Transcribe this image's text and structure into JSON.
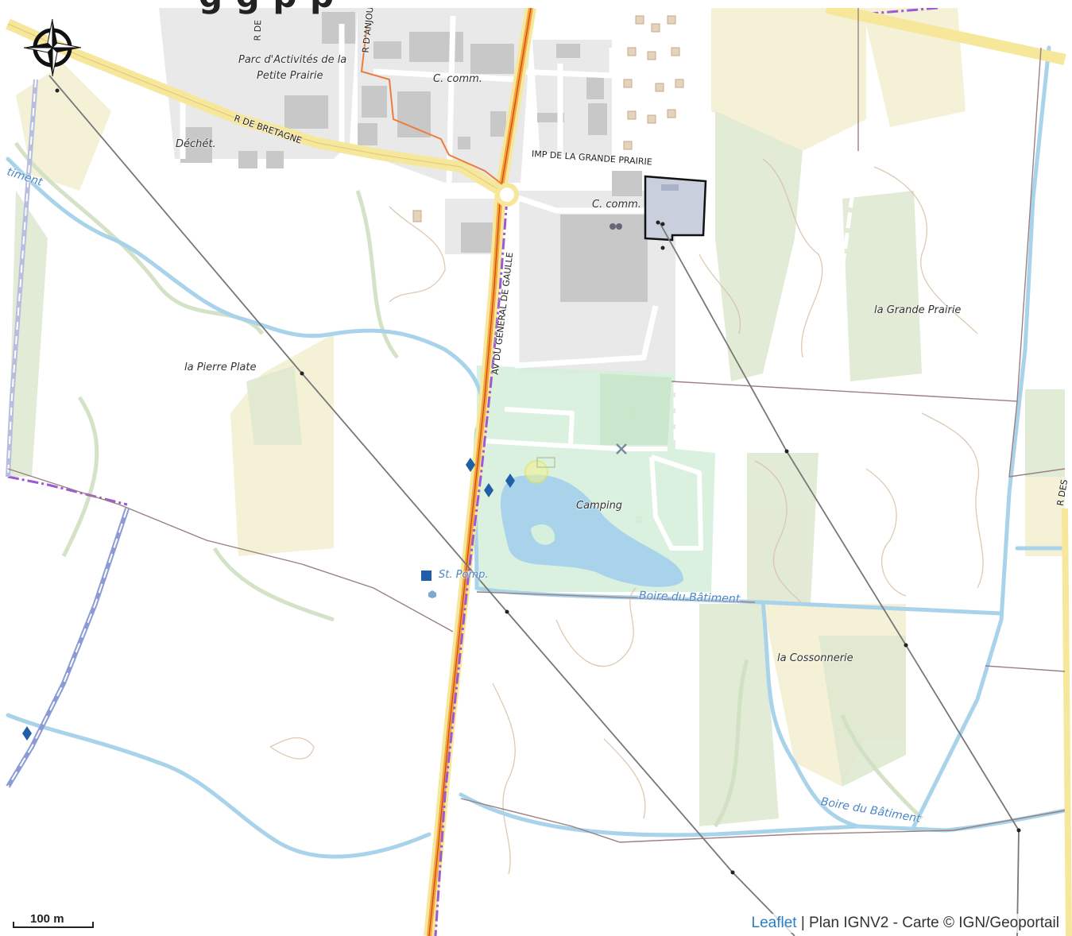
{
  "map": {
    "title_clip": "g  g  p  p",
    "places": {
      "parc_activites": "Parc d'Activités de la",
      "parc_activites_line2": "Petite Prairie",
      "c_comm_1": "C. comm.",
      "c_comm_2": "C. comm.",
      "dechet": "Déchét.",
      "grande_prairie": "la Grande Prairie",
      "pierre_plate": "la Pierre Plate",
      "camping": "Camping",
      "cossonnerie": "la Cossonnerie",
      "st_pomp": "St. Pomp."
    },
    "roads": {
      "r_de_bretagne": "R DE BRETAGNE",
      "imp_grande_prairie": "IMP DE LA GRANDE PRAIRIE",
      "av_general": "AV DU GÉNÉRAL DE GAULLE",
      "r_d_anjou": "R D'ANJOU",
      "r_de": "R DE",
      "r_des": "R DES"
    },
    "water": {
      "boire_1": "Boire du Bâtiment",
      "boire_2": "Boire du Bâtiment",
      "batiment_edge": "timent"
    },
    "scale": {
      "label": "100 m"
    },
    "attribution": {
      "link": "Leaflet",
      "separator": " | ",
      "text": "Plan IGNV2 - Carte © IGN/Geoportail"
    },
    "colors": {
      "water": "#a8d3ea",
      "main_road": "#f2a33a",
      "road_yellow": "#f6e79b",
      "industrial": "#e6e6e6",
      "building": "#c8c8c8",
      "camping": "#d6f0dc",
      "field": "#f3f0d3",
      "wood": "#dce6cf",
      "boundary": "#9b59d6",
      "selected_parcel": "#c9cfdd",
      "measure_line": "#777777"
    },
    "icons": [
      "compass-rose-icon",
      "marker-diamond-icon",
      "pump-station-icon"
    ]
  }
}
